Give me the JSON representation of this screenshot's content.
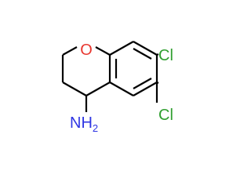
{
  "molecule": {
    "atoms": {
      "oxygen": {
        "text": "O",
        "color": "#e8372f"
      },
      "chlorine_top": {
        "text": "Cl",
        "color": "#2f9e2f"
      },
      "chlorine_bottom": {
        "text": "Cl",
        "color": "#2f9e2f"
      },
      "amine": {
        "text": "NH",
        "subscript": "2",
        "color": "#2f36e3"
      }
    },
    "bond_color": "#000000"
  }
}
